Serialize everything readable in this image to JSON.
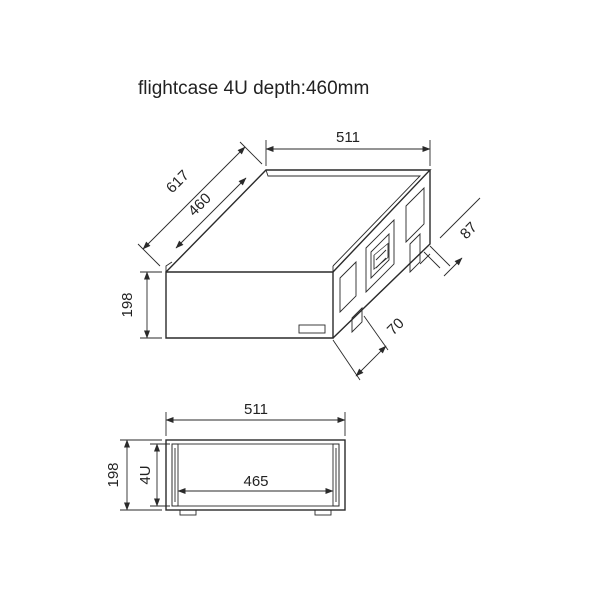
{
  "title": "flightcase 4U depth:460mm",
  "iso_view": {
    "width": "511",
    "outer_depth": "617",
    "inner_depth": "460",
    "height": "198",
    "handle_height": "87",
    "handle_offset": "70"
  },
  "front_view": {
    "width": "511",
    "inner_width": "465",
    "height": "198",
    "rack_units": "4U"
  }
}
